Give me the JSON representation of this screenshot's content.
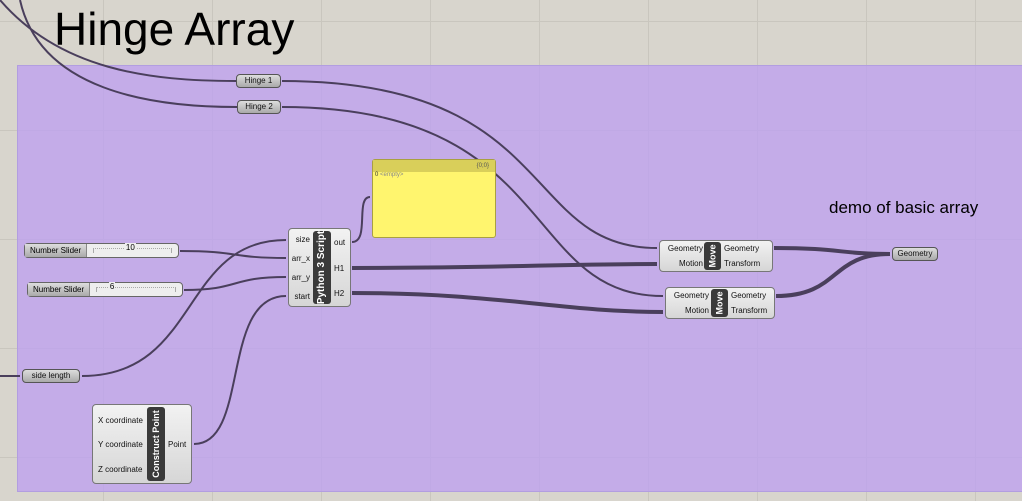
{
  "title": "Hinge Array",
  "annotation": "demo of basic array",
  "params": {
    "hinge1": "Hinge 1",
    "hinge2": "Hinge 2",
    "side_length": "side length",
    "geometry_out": "Geometry"
  },
  "panel": {
    "header": "{0;0}",
    "index": "0",
    "content": "<empty>"
  },
  "python": {
    "name": "Python 3 Script",
    "inputs": [
      "size",
      "arr_x",
      "arr_y",
      "start"
    ],
    "outputs": [
      "out",
      "H1",
      "H2"
    ]
  },
  "sliders": [
    {
      "label": "Number Slider",
      "value": "10",
      "fraction": 0.45
    },
    {
      "label": "Number Slider",
      "value": "6",
      "fraction": 0.2
    }
  ],
  "construct_point": {
    "name": "Construct Point",
    "inputs": [
      "X coordinate",
      "Y coordinate",
      "Z coordinate"
    ],
    "output": "Point"
  },
  "move": {
    "name": "Move",
    "inputs": [
      "Geometry",
      "Motion"
    ],
    "outputs": [
      "Geometry",
      "Transform"
    ]
  }
}
